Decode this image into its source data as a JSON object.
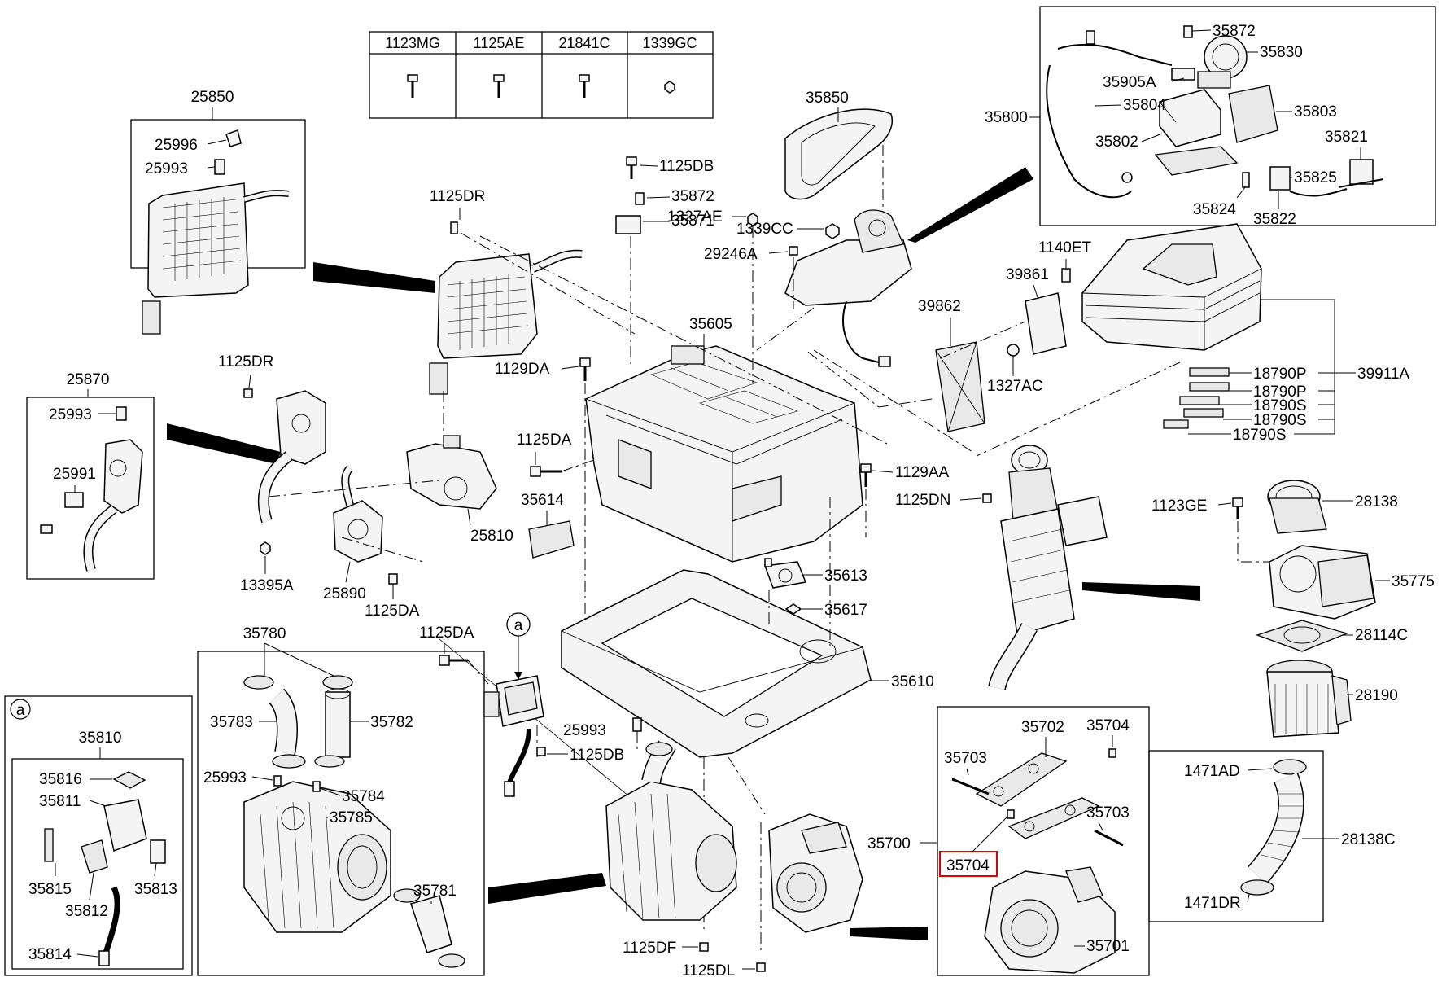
{
  "header_table": [
    "1123MG",
    "1125AE",
    "21841C",
    "1339GC"
  ],
  "labels": {
    "l25850": "25850",
    "l25996": "25996",
    "l25993a": "25993",
    "l1125DR_top": "1125DR",
    "l1125DB_top": "1125DB",
    "l35872_mid": "35872",
    "l35871": "35871",
    "l35850": "35850",
    "l1339CC": "1339CC",
    "l29246A": "29246A",
    "l35800": "35800",
    "l35872_box": "35872",
    "l35830": "35830",
    "l35905A": "35905A",
    "l35804": "35804",
    "l35803": "35803",
    "l35802": "35802",
    "l35821": "35821",
    "l35825": "35825",
    "l35824": "35824",
    "l35822": "35822",
    "l1140ET": "1140ET",
    "l39861": "39861",
    "l39862": "39862",
    "l1327AE": "1327AE",
    "l35605": "35605",
    "l1129DA": "1129DA",
    "l1327AC": "1327AC",
    "l18790P_1": "18790P",
    "l18790P_2": "18790P",
    "l18790S_1": "18790S",
    "l18790S_2": "18790S",
    "l18790S_3": "18790S",
    "l39911A": "39911A",
    "l25870": "25870",
    "l1125DR_mid": "1125DR",
    "l25993b": "25993",
    "l25991": "25991",
    "l1125DA_mid": "1125DA",
    "l35614": "35614",
    "l25810": "25810",
    "l13395A": "13395A",
    "l25890": "25890",
    "l1125DA_low": "1125DA",
    "l1129AA": "1129AA",
    "l1125DN": "1125DN",
    "l1123GE": "1123GE",
    "l28138": "28138",
    "l35775": "35775",
    "l28114C": "28114C",
    "l28190": "28190",
    "l35613": "35613",
    "l35617": "35617",
    "l35610": "35610",
    "l35780": "35780",
    "l35783": "35783",
    "l35782": "35782",
    "l25993c": "25993",
    "l35784": "35784",
    "l35785": "35785",
    "l35781": "35781",
    "l1125DA_bot": "1125DA",
    "l_a_circle": "a",
    "l25993d": "25993",
    "l1125DB_bot": "1125DB",
    "l_a_box": "a",
    "l35810": "35810",
    "l35816": "35816",
    "l35811": "35811",
    "l35815": "35815",
    "l35813": "35813",
    "l35812": "35812",
    "l35814": "35814",
    "l35702": "35702",
    "l35704_top": "35704",
    "l35703_top": "35703",
    "l35703_bot": "35703",
    "l35700": "35700",
    "l35704_hl": "35704",
    "l35701": "35701",
    "l1125DF": "1125DF",
    "l1125DL": "1125DL",
    "l1471AD": "1471AD",
    "l28138C": "28138C",
    "l1471DR": "1471DR"
  },
  "highlight_color": "#e00000"
}
